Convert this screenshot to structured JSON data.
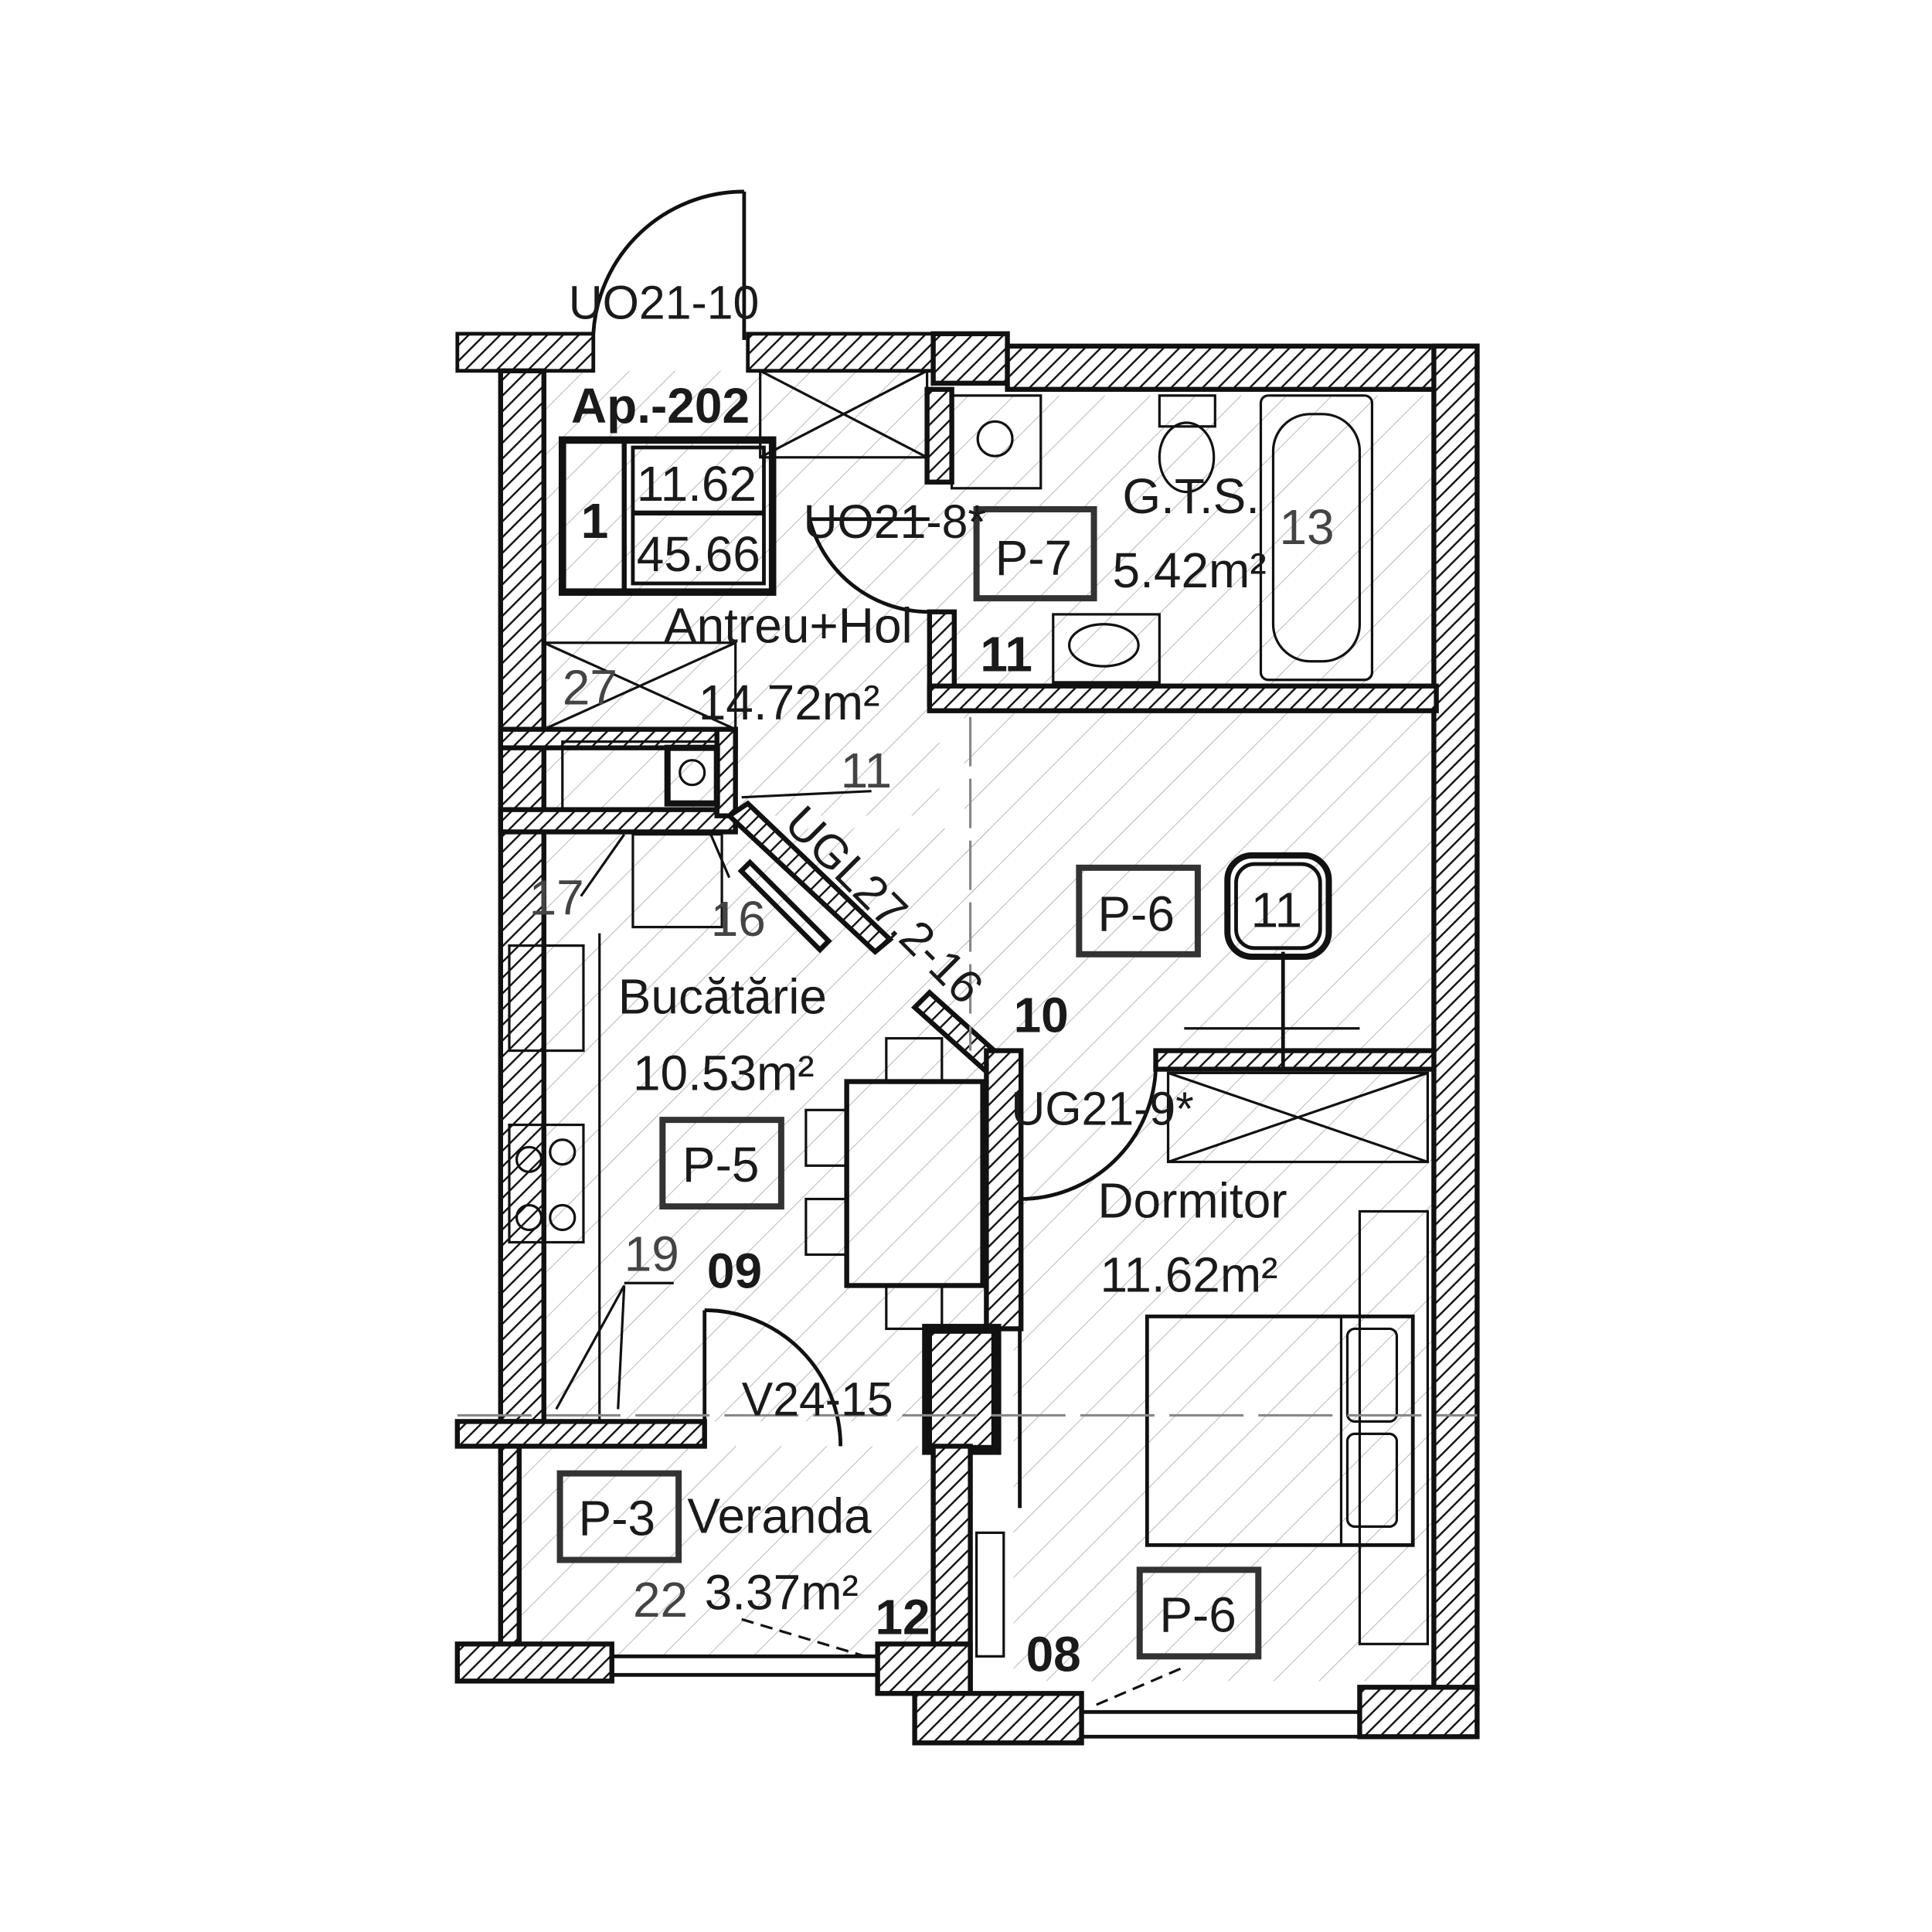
{
  "apartment": {
    "name": "Ap.-202",
    "rooms_count": "1",
    "living_area": "11.62",
    "total_area": "45.66"
  },
  "rooms": [
    {
      "name": "Antreu+Hol",
      "area": "14.72m²"
    },
    {
      "name": "G.T.S.",
      "area": "5.42m²",
      "finish": "P-7"
    },
    {
      "name": "Bucătărie",
      "area": "10.53m²",
      "finish": "P-5"
    },
    {
      "name": "Dormitor",
      "area": "11.62m²",
      "finish": "P-6"
    },
    {
      "name": "Veranda",
      "area": "3.37m²",
      "finish": "P-3"
    }
  ],
  "doors": [
    "UO21-10",
    "UO21-8*",
    "UGL27,2-16",
    "UG21-9*",
    "V24-15"
  ],
  "tags": {
    "hall_finish": "P-6",
    "circle_tag": "11",
    "n27": "27",
    "n11_hall": "11",
    "n11_bath": "11",
    "n13": "13",
    "n17": "17",
    "n16": "16",
    "n19": "19",
    "n22": "22",
    "n09": "09",
    "n10": "10",
    "n12": "12",
    "n08": "08"
  },
  "colors": {
    "wall": "#111111",
    "hatch": "#9a9a9a",
    "background": "#ffffff"
  }
}
